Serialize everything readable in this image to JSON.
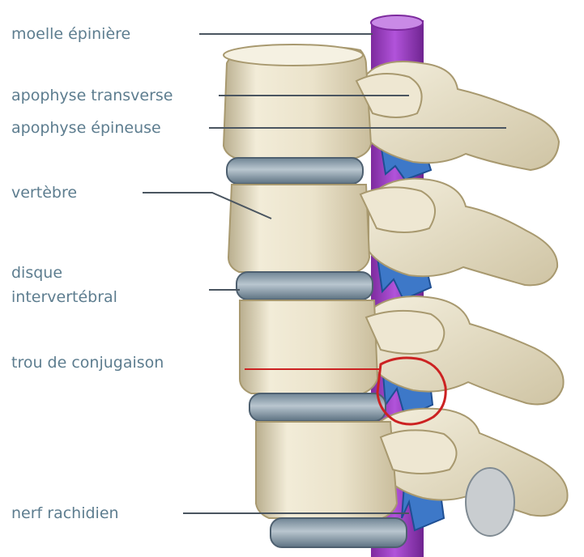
{
  "labels": {
    "moelle": "moelle épinière",
    "transverse": "apophyse transverse",
    "epineuse": "apophyse épineuse",
    "vertebre": "vertèbre",
    "disque_line1": "disque",
    "disque_line2": "intervertébral",
    "trou": "trou de conjugaison",
    "nerf": "nerf rachidien"
  },
  "colors": {
    "label_text": "#5d7d8f",
    "leader_line": "#4a5560",
    "highlight": "#cc2222",
    "spinal_cord": "#a53fcf",
    "nerve": "#3d78c8",
    "bone": "#ece5cf",
    "disc": "#8fa4b3"
  }
}
